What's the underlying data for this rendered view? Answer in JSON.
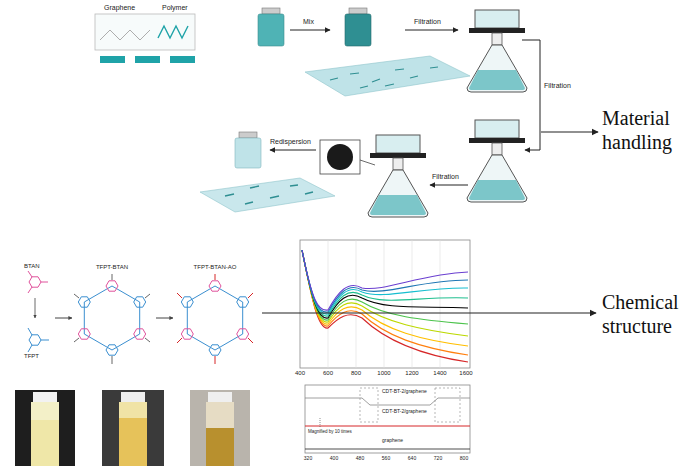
{
  "diagram": {
    "labels": [
      "Graphene",
      "Polymer",
      "Mix",
      "Filtration",
      "Filtration",
      "Filtration",
      "Redispersion",
      "Material handling",
      "BTAN",
      "TFPT",
      "TFPT-BTAN",
      "TFPT-BTAN-AO",
      "400",
      "600",
      "800",
      "1000",
      "1200",
      "1400",
      "1600",
      "Chemical structure",
      "CDT-BT-2/graphene",
      "CDT-BT-2/graphene",
      "Magnified by 10 times",
      "graphene",
      "320",
      "400",
      "480",
      "560",
      "640",
      "720",
      "800"
    ]
  }
}
